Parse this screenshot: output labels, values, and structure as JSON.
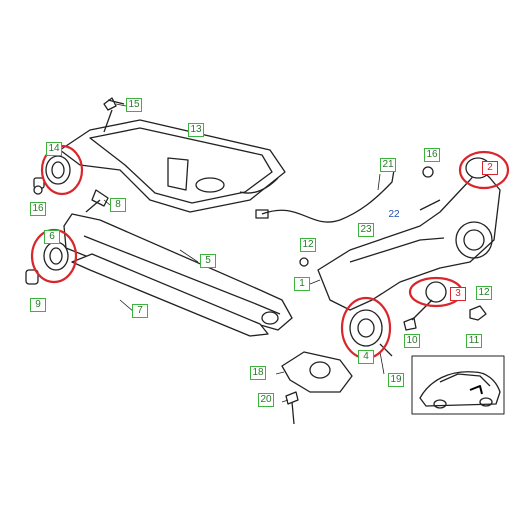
{
  "callouts": {
    "c1": "1",
    "c2": "2",
    "c3": "3",
    "c4": "4",
    "c5": "5",
    "c6": "6",
    "c7": "7",
    "c8": "8",
    "c9": "9",
    "c10": "10",
    "c11": "11",
    "c12a": "12",
    "c12b": "12",
    "c13": "13",
    "c14": "14",
    "c15": "15",
    "c16a": "16",
    "c16b": "16",
    "c18": "18",
    "c19": "19",
    "c20": "20",
    "c21": "21",
    "c22": "22",
    "c23": "23"
  },
  "colors": {
    "line": "#222222",
    "callout_border": "#3cb33c",
    "highlight": "#d8262c"
  }
}
